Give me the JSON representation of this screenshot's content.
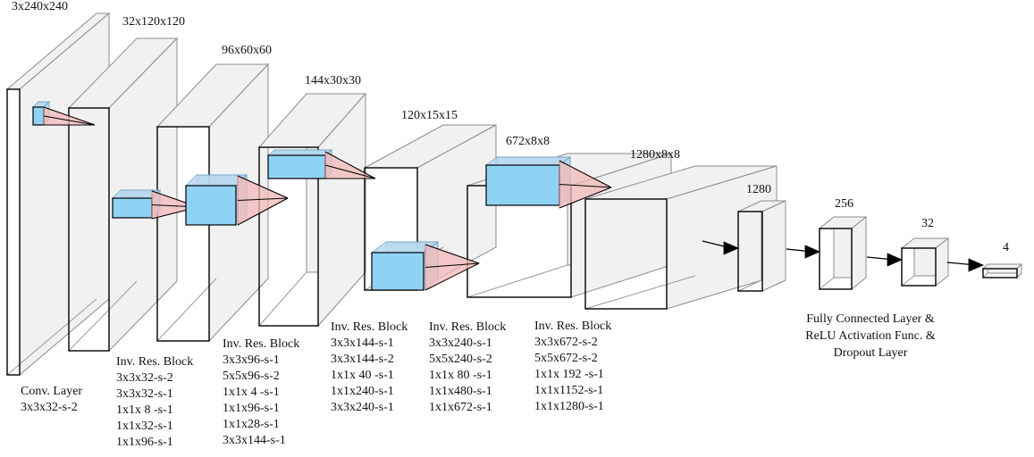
{
  "layers": [
    {
      "id": "conv",
      "dim": "3x240x240"
    },
    {
      "id": "irb1",
      "dim": "32x120x120"
    },
    {
      "id": "irb2",
      "dim": "96x60x60"
    },
    {
      "id": "irb3",
      "dim": "144x30x30"
    },
    {
      "id": "irb4",
      "dim": "120x15x15"
    },
    {
      "id": "irb5",
      "dim": "672x8x8"
    },
    {
      "id": "irb6",
      "dim": "1280x8x8"
    },
    {
      "id": "fc1",
      "dim": "1280"
    },
    {
      "id": "fc2",
      "dim": "256"
    },
    {
      "id": "fc3",
      "dim": "32"
    },
    {
      "id": "fc4",
      "dim": "4"
    }
  ],
  "blocks": [
    {
      "id": "conv",
      "lines": [
        "Conv. Layer",
        "3x3x32-s-2"
      ]
    },
    {
      "id": "irb1",
      "lines": [
        "Inv. Res. Block",
        "3x3x32-s-2",
        "3x3x32-s-1",
        "1x1x 8 -s-1",
        "1x1x32-s-1",
        "1x1x96-s-1"
      ]
    },
    {
      "id": "irb2",
      "lines": [
        "Inv. Res. Block",
        "3x3x96-s-1",
        "5x5x96-s-2",
        "1x1x 4 -s-1",
        "1x1x96-s-1",
        "1x1x28-s-1",
        "3x3x144-s-1"
      ]
    },
    {
      "id": "irb3",
      "lines": [
        "Inv. Res. Block",
        "3x3x144-s-1",
        "3x3x144-s-2",
        "1x1x 40 -s-1",
        "1x1x240-s-1",
        "3x3x240-s-1"
      ]
    },
    {
      "id": "irb4",
      "lines": [
        "Inv. Res. Block",
        "3x3x240-s-1",
        "5x5x240-s-2",
        "1x1x 80 -s-1",
        "1x1x480-s-1",
        "1x1x672-s-1"
      ]
    },
    {
      "id": "irb5",
      "lines": [
        "Inv. Res. Block",
        "3x3x672-s-2",
        "5x5x672-s-2",
        "1x1x 192 -s-1",
        "1x1x1152-s-1",
        "1x1x1280-s-1"
      ]
    },
    {
      "id": "fc",
      "lines": [
        "Fully Connected Layer &",
        "ReLU Activation Func. &",
        "Dropout Layer"
      ]
    }
  ]
}
